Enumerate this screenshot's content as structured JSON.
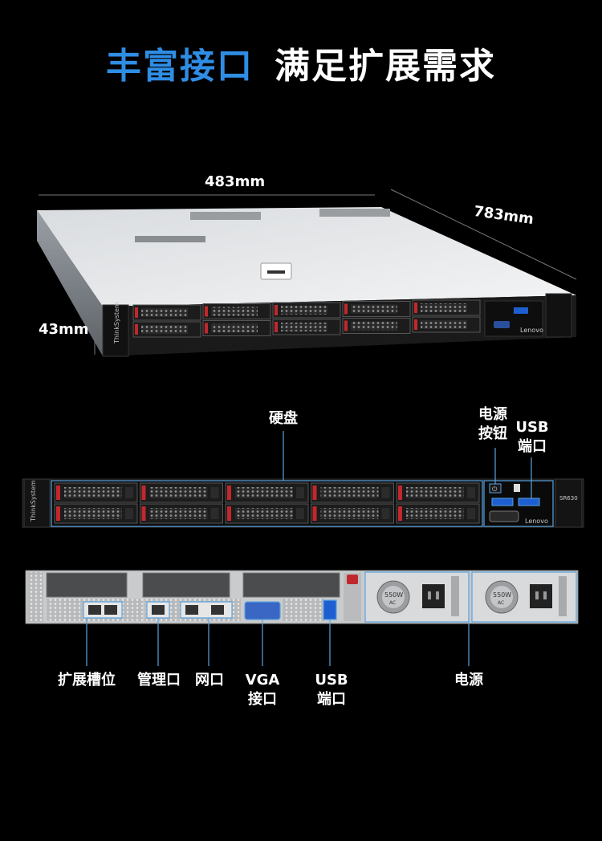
{
  "title": {
    "highlight": "丰富接口",
    "rest": "满足扩展需求"
  },
  "dimensions": {
    "width": "483mm",
    "depth": "783mm",
    "height": "43mm"
  },
  "server": {
    "brand_side": "ThinkSystem",
    "logo": "Lenovo",
    "model": "SR630"
  },
  "front_labels": {
    "drives": "硬盘",
    "power_button_line1": "电源",
    "power_button_line2": "按钮",
    "usb_line1": "USB",
    "usb_line2": "端口"
  },
  "rear_labels": {
    "expansion_slot": "扩展槽位",
    "management_port": "管理口",
    "network_port": "网口",
    "vga_line1": "VGA",
    "vga_line2": "接口",
    "usb_line1": "USB",
    "usb_line2": "端口",
    "power_supply": "电源"
  },
  "psu_rating": {
    "watt": "550W",
    "ac": "AC"
  },
  "colors": {
    "accent": "#2f8de4",
    "bay_latch": "#c0282d",
    "callout_line": "#5ba3e0"
  }
}
